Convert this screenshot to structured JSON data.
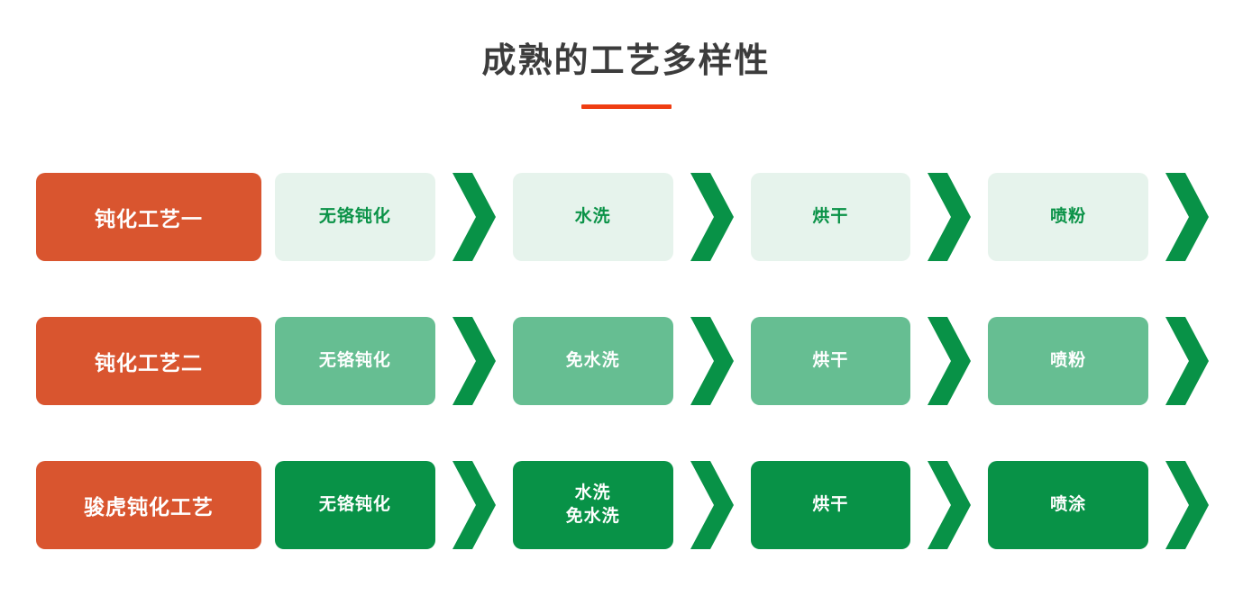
{
  "header": {
    "title": "成熟的工艺多样性",
    "accent_color": "#ef3d12",
    "title_color": "#3c3c3c"
  },
  "colors": {
    "label_orange": "#d9552f",
    "chevron_green": "#089247",
    "step_light_bg": "#e6f3ec",
    "step_light_text": "#0a9247",
    "step_mid_bg": "#66be92",
    "step_dark_bg": "#089247",
    "step_on_color_text": "#ffffff",
    "page_background": "#ffffff"
  },
  "icons": {
    "chevron": "chevron-right-icon"
  },
  "rows": [
    {
      "label": "钝化工艺一",
      "tone": "light",
      "steps": [
        {
          "text": "无铬钝化"
        },
        {
          "text": "水洗"
        },
        {
          "text": "烘干"
        },
        {
          "text": "喷粉"
        }
      ]
    },
    {
      "label": "钝化工艺二",
      "tone": "mid",
      "steps": [
        {
          "text": "无铬钝化"
        },
        {
          "text": "免水洗"
        },
        {
          "text": "烘干"
        },
        {
          "text": "喷粉"
        }
      ]
    },
    {
      "label": "骏虎钝化工艺",
      "tone": "dark",
      "steps": [
        {
          "text": "无铬钝化"
        },
        {
          "text": "水洗\n免水洗"
        },
        {
          "text": "烘干"
        },
        {
          "text": "喷涂"
        }
      ]
    }
  ]
}
